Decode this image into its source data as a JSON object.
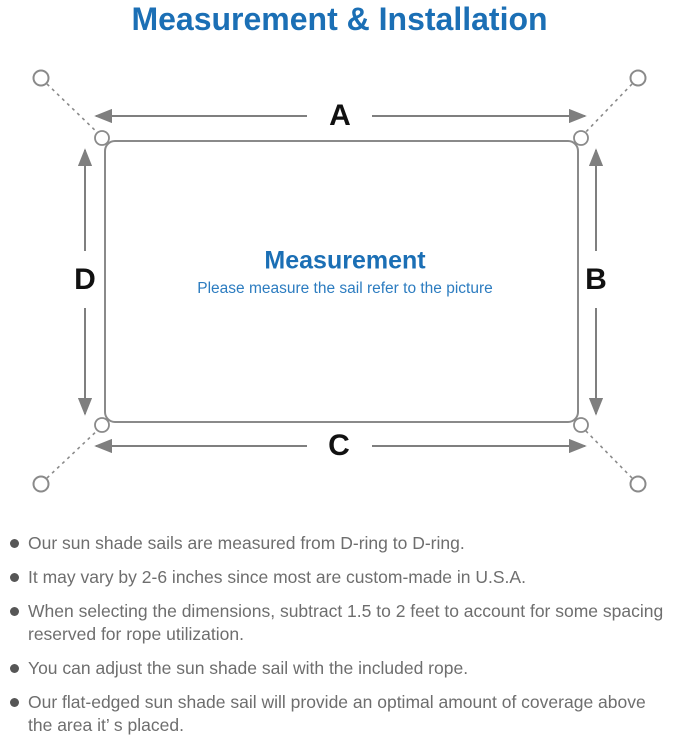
{
  "title": "Measurement & Installation",
  "colors": {
    "accent_blue": "#1b6fb5",
    "caption_blue": "#2c7cc0",
    "line_gray": "#7f7f7f",
    "text_gray": "#6e6e6e"
  },
  "diagram": {
    "side_labels": {
      "top": "A",
      "right": "B",
      "bottom": "C",
      "left": "D"
    },
    "center_title": "Measurement",
    "center_caption": "Please measure the sail refer to the picture"
  },
  "notes": [
    "Our sun shade sails are measured from D-ring to D-ring.",
    "It may vary by 2-6 inches since most are custom-made in U.S.A.",
    "When selecting the dimensions, subtract 1.5 to 2 feet to account for some spacing reserved for rope utilization.",
    "You can adjust the sun shade sail with the included rope.",
    "Our flat-edged sun shade sail will provide an optimal amount of coverage above the area it’ s placed."
  ]
}
